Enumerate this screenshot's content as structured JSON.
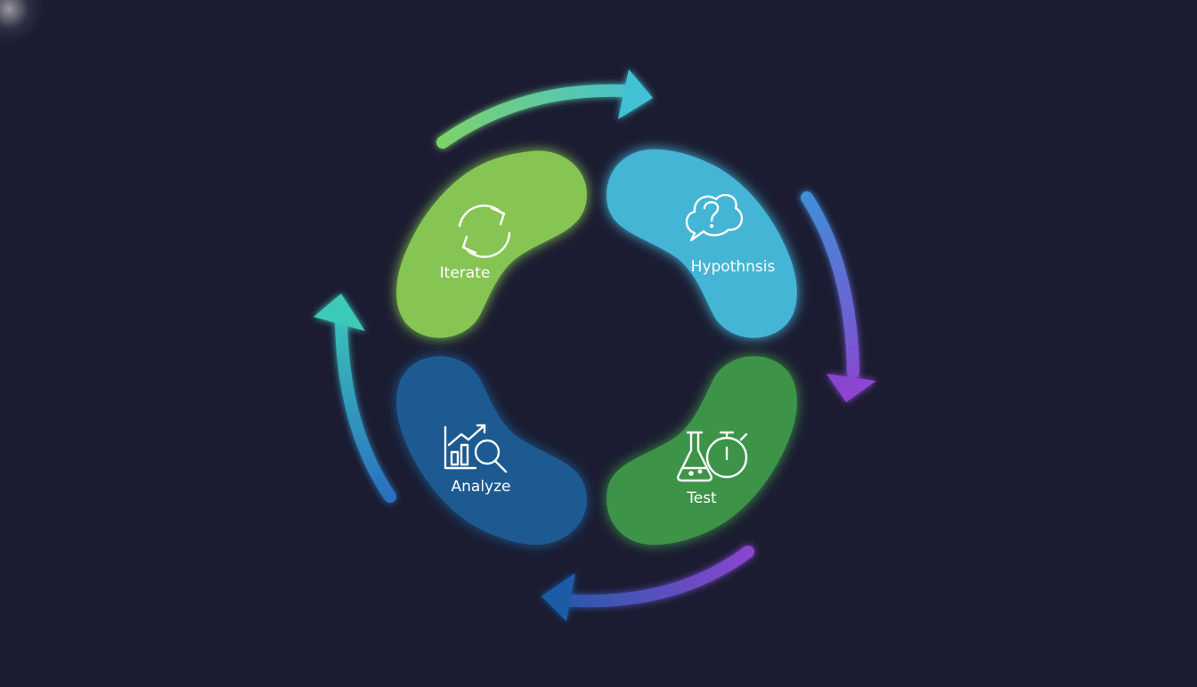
{
  "diagram": {
    "type": "cycle",
    "steps": [
      {
        "id": "iterate",
        "label": "Iterate",
        "icon": "cycle-arrows-icon",
        "color": "#86c552"
      },
      {
        "id": "hypothesis",
        "label": "Hypothnsis",
        "icon": "question-bubble-icon",
        "color": "#45b5d6"
      },
      {
        "id": "test",
        "label": "Test",
        "icon": "flask-stopwatch-icon",
        "color": "#3d9448"
      },
      {
        "id": "analyze",
        "label": "Analyze",
        "icon": "chart-magnifier-icon",
        "color": "#1d5a91"
      }
    ],
    "arrows": [
      {
        "from": "iterate",
        "to": "hypothesis",
        "color_start": "#7ed26a",
        "color_end": "#42c1d4"
      },
      {
        "from": "hypothesis",
        "to": "test",
        "color_start": "#3f8ed8",
        "color_end": "#8b45d0"
      },
      {
        "from": "test",
        "to": "analyze",
        "color_start": "#8b45d0",
        "color_end": "#1e5ca6"
      },
      {
        "from": "analyze",
        "to": "iterate",
        "color_start": "#2a6fc0",
        "color_end": "#3cc9b8"
      }
    ],
    "background": "#1b1c31"
  }
}
